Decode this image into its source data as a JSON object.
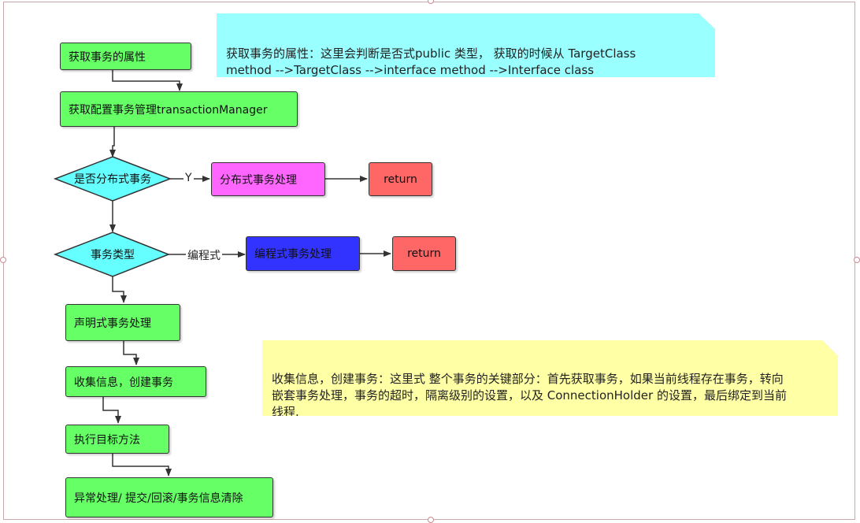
{
  "flow": {
    "get_attr": "获取事务的属性",
    "get_tm": "获取配置事务管理transactionManager",
    "is_distributed": "是否分布式事务",
    "yes_label": "Y",
    "distributed_handle": "分布式事务处理",
    "return_1": "return",
    "tx_type": "事务类型",
    "programmatic_label": "编程式",
    "programmatic_handle": "编程式事务处理",
    "return_2": "return",
    "declarative_handle": "声明式事务处理",
    "collect_info": "收集信息，创建事务",
    "exec_target": "执行目标方法",
    "exception_handle": "异常处理/ 提交/回滚/事务信息清除"
  },
  "notes": {
    "attr_note": "获取事务的属性：这里会判断是否式public 类型， 获取的时候从 TargetClass\nmethod -->TargetClass -->interface method -->Interface class",
    "collect_note": "收集信息，创建事务：这里式 整个事务的关键部分：首先获取事务，如果当前线程存在事务，转向\n嵌套事务处理，事务的超时，隔离级别的设置，以及 ConnectionHolder 的设置，最后绑定到当前\n线程."
  },
  "colors": {
    "green": "#66ff66",
    "cyan": "#66ffff",
    "magenta": "#ff66ff",
    "red": "#ff6666",
    "blue": "#3333ff",
    "note_cyan": "#99ffff",
    "note_yellow": "#ffffa6"
  }
}
